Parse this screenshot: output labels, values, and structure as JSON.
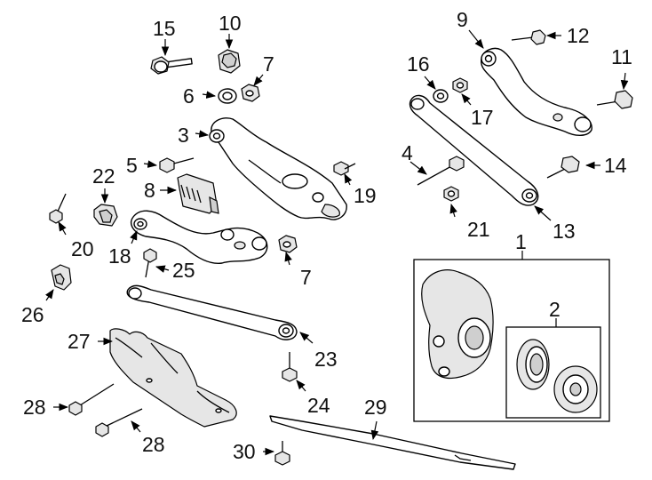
{
  "diagram": {
    "callouts": [
      {
        "id": "c1",
        "text": "1"
      },
      {
        "id": "c2",
        "text": "2"
      },
      {
        "id": "c3",
        "text": "3"
      },
      {
        "id": "c4",
        "text": "4"
      },
      {
        "id": "c5",
        "text": "5"
      },
      {
        "id": "c6",
        "text": "6"
      },
      {
        "id": "c7a",
        "text": "7"
      },
      {
        "id": "c7b",
        "text": "7"
      },
      {
        "id": "c8",
        "text": "8"
      },
      {
        "id": "c9",
        "text": "9"
      },
      {
        "id": "c10",
        "text": "10"
      },
      {
        "id": "c11",
        "text": "11"
      },
      {
        "id": "c12",
        "text": "12"
      },
      {
        "id": "c13",
        "text": "13"
      },
      {
        "id": "c14",
        "text": "14"
      },
      {
        "id": "c15",
        "text": "15"
      },
      {
        "id": "c16",
        "text": "16"
      },
      {
        "id": "c17",
        "text": "17"
      },
      {
        "id": "c18",
        "text": "18"
      },
      {
        "id": "c19",
        "text": "19"
      },
      {
        "id": "c20",
        "text": "20"
      },
      {
        "id": "c21",
        "text": "21"
      },
      {
        "id": "c22",
        "text": "22"
      },
      {
        "id": "c23",
        "text": "23"
      },
      {
        "id": "c24",
        "text": "24"
      },
      {
        "id": "c25",
        "text": "25"
      },
      {
        "id": "c26",
        "text": "26"
      },
      {
        "id": "c27",
        "text": "27"
      },
      {
        "id": "c28a",
        "text": "28"
      },
      {
        "id": "c28b",
        "text": "28"
      },
      {
        "id": "c29",
        "text": "29"
      },
      {
        "id": "c30",
        "text": "30"
      }
    ]
  }
}
